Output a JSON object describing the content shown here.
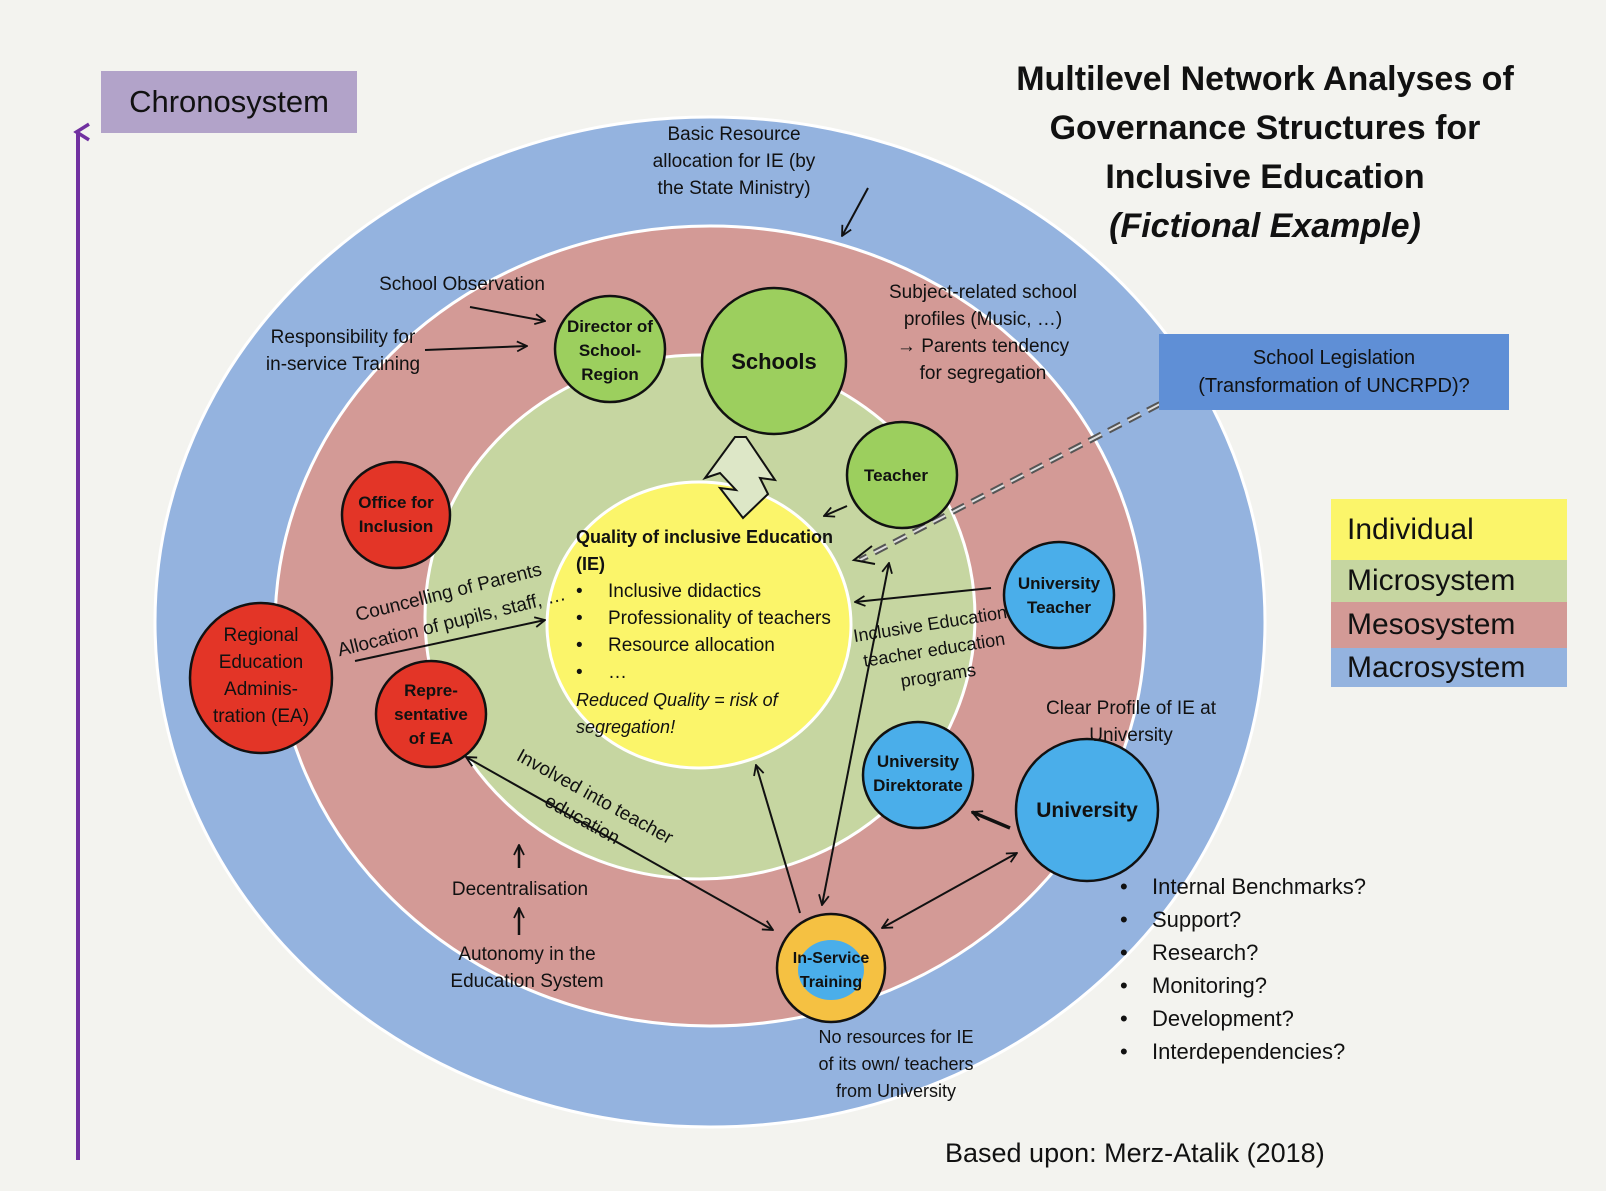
{
  "title": {
    "line1": "Multilevel Network Analyses of",
    "line2": "Governance Structures for",
    "line3": "Inclusive Education",
    "line4": "(Fictional Example)"
  },
  "chronosystem": {
    "label": "Chronosystem",
    "color": "#b2a3c9",
    "arrow_color": "#7030a0"
  },
  "school_legislation": {
    "line1": "School Legislation",
    "line2": "(Transformation of UNCRPD)?",
    "color": "#5f8fd6"
  },
  "legend": [
    {
      "label": "Individual",
      "color": "#fbf56a"
    },
    {
      "label": "Microsystem",
      "color": "#c6d6a1"
    },
    {
      "label": "Mesosystem",
      "color": "#d39a96"
    },
    {
      "label": "Macrosystem",
      "color": "#94b3df"
    }
  ],
  "rings": {
    "macro_color": "#94b3df",
    "meso_color": "#d39a96",
    "micro_color": "#c6d6a1",
    "individual_color": "#fbf56a"
  },
  "center": {
    "heading1": "Quality of inclusive Education",
    "heading2": "(IE)",
    "bullets": [
      "Inclusive didactics",
      "Professionality of teachers",
      "Resource allocation",
      "…"
    ],
    "note1": "Reduced Quality = risk of",
    "note2": "segregation!"
  },
  "nodes": {
    "director": [
      "Director of",
      "School-",
      "Region"
    ],
    "schools": [
      "Schools"
    ],
    "teacher": [
      "Teacher"
    ],
    "office_inclusion": [
      "Office for",
      "Inclusion"
    ],
    "regional_ea": [
      "Regional",
      "Education",
      "Adminis-",
      "tration (EA)"
    ],
    "representative_ea": [
      "Repre-",
      "sentative",
      "of EA"
    ],
    "university_teacher": [
      "University",
      "Teacher"
    ],
    "university_direktorate": [
      "University",
      "Direktorate"
    ],
    "university": [
      "University"
    ],
    "inservice": [
      "In-Service",
      "Training"
    ]
  },
  "node_colors": {
    "green": "#9ccf5e",
    "red": "#e33527",
    "blue": "#4aaeea",
    "orange": "#f5c142"
  },
  "annotations": {
    "basic_resource": [
      "Basic Resource",
      "allocation for IE (by",
      "the State Ministry)"
    ],
    "school_observation": "School Observation",
    "responsibility": [
      "Responsibility for",
      "in-service Training"
    ],
    "subject_related": [
      "Subject-related school",
      "profiles (Music, …)",
      "→ Parents tendency",
      "for segregation"
    ],
    "councelling": "Councelling of Parents",
    "allocation": "Allocation of pupils, staff, …",
    "ie_programs": [
      "Inclusive Education",
      "teacher education",
      "programs"
    ],
    "clear_profile": [
      "Clear Profile of IE at",
      "University"
    ],
    "involved": [
      "Involved into teacher",
      "education"
    ],
    "decentralisation": "Decentralisation",
    "autonomy": [
      "Autonomy in the",
      "Education System"
    ],
    "no_resources": [
      "No resources for IE",
      "of its own/ teachers",
      "from University"
    ]
  },
  "university_questions": [
    "Internal Benchmarks?",
    "Support?",
    "Research?",
    "Monitoring?",
    "Development?",
    "Interdependencies?"
  ],
  "credit": "Based upon: Merz-Atalik (2018)"
}
